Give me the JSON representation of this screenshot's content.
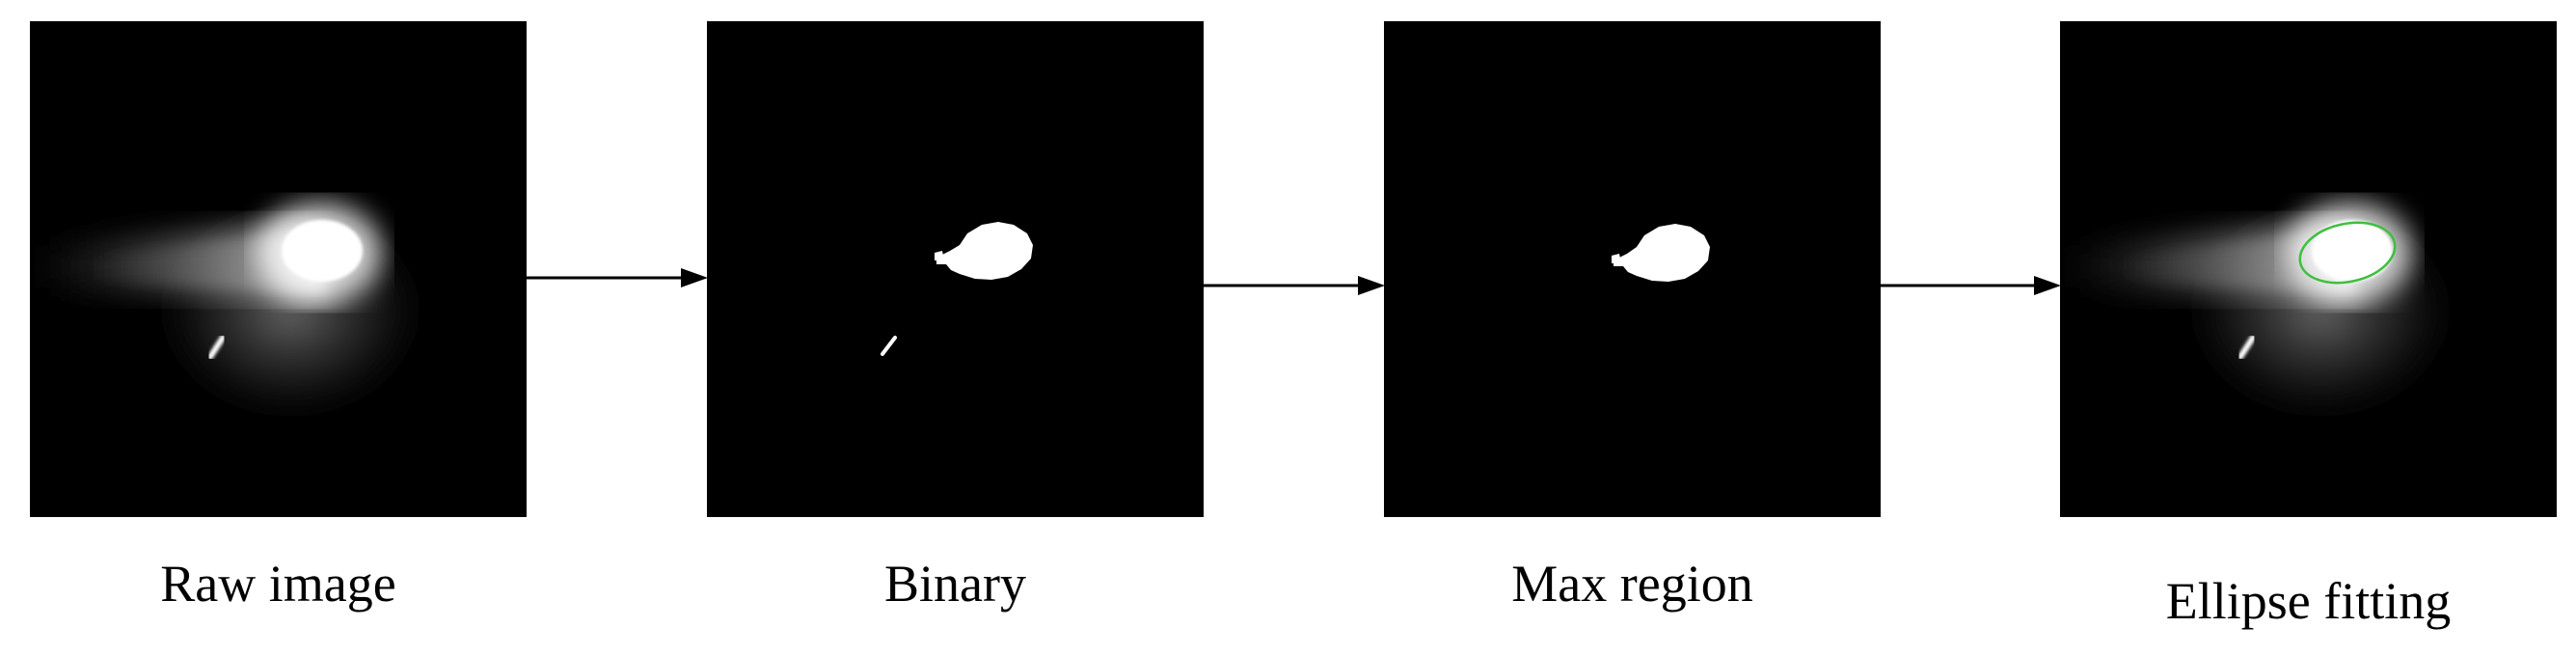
{
  "stages": [
    {
      "id": "raw",
      "label": "Raw image"
    },
    {
      "id": "binary",
      "label": "Binary"
    },
    {
      "id": "max",
      "label": "Max region"
    },
    {
      "id": "ellipse",
      "label": "Ellipse fitting"
    }
  ],
  "colors": {
    "background": "#000000",
    "foreground": "#ffffff",
    "ellipse_outline": "#3fbf3f",
    "arrow": "#000000"
  }
}
